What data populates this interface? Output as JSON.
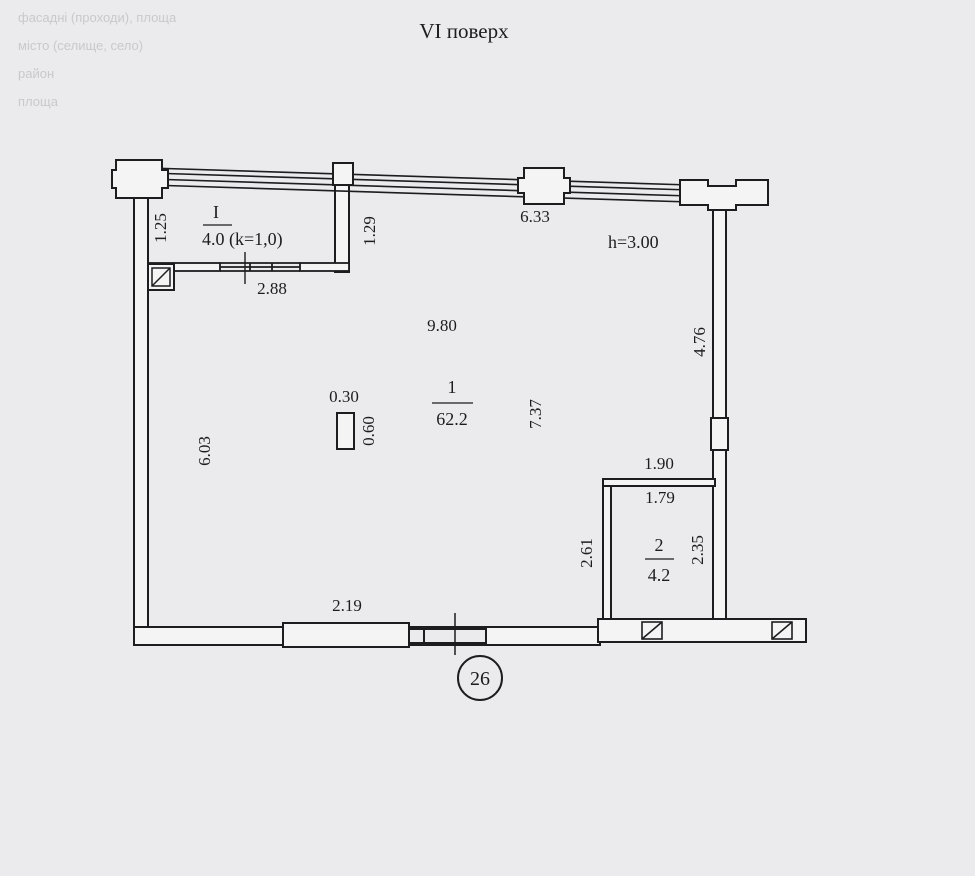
{
  "title": "VI поверх",
  "ceiling_height": "h=3.00",
  "balcony": {
    "number": "I",
    "area_coef": "4.0 (k=1,0)"
  },
  "rooms": [
    {
      "number": "1",
      "area": "62.2"
    },
    {
      "number": "2",
      "area": "4.2"
    }
  ],
  "dimensions": {
    "balcony_left": "1.25",
    "balcony_right": "1.29",
    "balcony_width": "2.88",
    "top_wall": "6.33",
    "right_wall_upper": "4.76",
    "room_width": "9.80",
    "room_depth": "7.37",
    "left_wall": "6.03",
    "column_width": "0.30",
    "column_depth": "0.60",
    "bath_outer_width": "1.90",
    "bath_inner_width": "1.79",
    "bath_left": "2.61",
    "bath_right": "2.35",
    "bottom_window": "2.19"
  },
  "apartment_number": "26",
  "background_text": [
    "фасадні (проходи), площа",
    "місто (селище, село)",
    "район",
    "площа"
  ],
  "colors": {
    "paper": "#ebebed",
    "ink": "#1d1d1f",
    "wall_fill": "#f4f4f4"
  }
}
